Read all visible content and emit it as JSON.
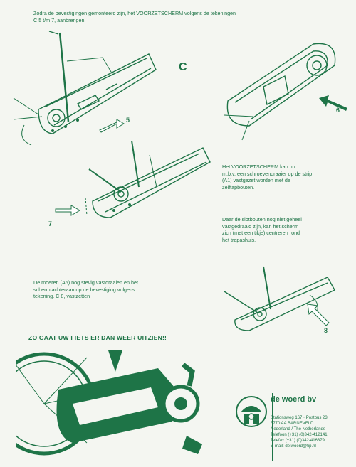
{
  "instructions": {
    "intro": "Zodra de bevestigingen gemonteerd zijn, het VOORZETSCHERM volgens de tekeningen\nC 5 t/m 7, aanbrengen.",
    "section_letter": "C",
    "step6_text": "Het VOORZETSCHERM kan nu\nm.b.v. een schroevendraaier op de strip\n(A1) vastgezet worden met de\nzelftapbouten.",
    "step7_text": "Daar de slotbouten nog niet geheel\nvastgedraaid zijn, kan het scherm\nzich (met een tikje) centreren rond\nhet trapashuis.",
    "step8_text": "De moeren (A5) nog stevig vastdraaien en het\nscherm achteraan op de bevestiging volgens\ntekening. C 8, vastzetten",
    "headline": "ZO GAAT UW FIETS ER DAN WEER UITZIEN!!"
  },
  "figure_numbers": {
    "fig5": "5",
    "fig6": "6",
    "fig7": "7",
    "fig8": "8"
  },
  "company": {
    "name": "de woerd bv",
    "address": "Stationsweg 167 · Postbus 23\n3770 AA  BARNEVELD\nNederland / The Netherlands\nTelefoon  (+31) (0)342-412141\nTelefax   (+31) (0)342-416379\nE-mail: de.woerd@tip.nl"
  },
  "colors": {
    "ink": "#1e7447",
    "paper": "#f4f6f1"
  }
}
